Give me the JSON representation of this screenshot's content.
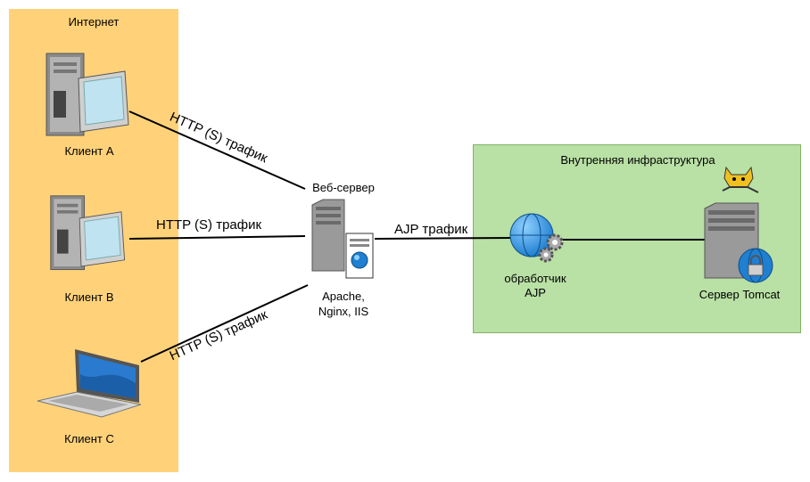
{
  "regions": {
    "internet": "Интернет",
    "internal": "Внутренняя инфраструктура"
  },
  "nodes": {
    "client_a": "Клиент A",
    "client_b": "Клиент B",
    "client_c": "Клиент C",
    "web_server_title": "Веб-сервер",
    "web_server_caption_1": "Apache,",
    "web_server_caption_2": "Nginx, IIS",
    "ajp_handler_1": "обработчик",
    "ajp_handler_2": "AJP",
    "tomcat": "Сервер Tomcat"
  },
  "edges": {
    "a_to_web": "HTTP (S) трафик",
    "b_to_web": "HTTP (S) трафик",
    "c_to_web": "HTTP (S) трафик",
    "web_to_ajp": "AJP трафик"
  },
  "icons": [
    "desktop-computer-icon",
    "laptop-icon",
    "server-icon",
    "globe-gears-icon",
    "tomcat-logo-icon",
    "lock-globe-icon"
  ],
  "colors": {
    "internet_zone": "#ffd27a",
    "internal_zone": "#b9e0a5",
    "internal_border": "#82b366",
    "globe": "#1f7fd1"
  }
}
